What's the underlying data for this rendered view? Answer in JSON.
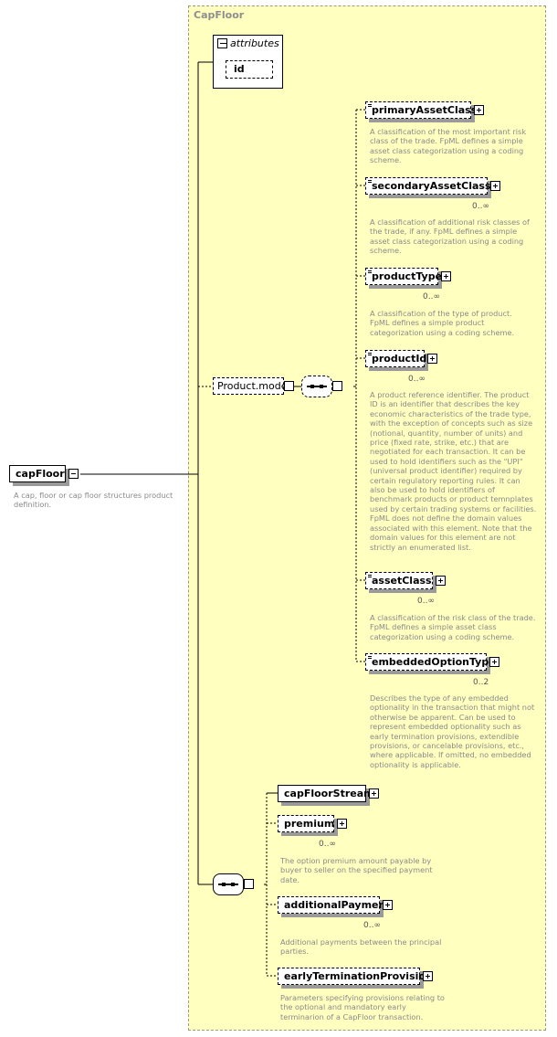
{
  "root": {
    "name": "capFloor",
    "doc": [
      "A cap, floor or cap floor structures product",
      "definition."
    ]
  },
  "group": {
    "title": "CapFloor"
  },
  "attributes": {
    "label": "attributes",
    "items": [
      "id"
    ]
  },
  "model_group": {
    "name": "Product.model"
  },
  "product_model_elements": [
    {
      "name": "primaryAssetClass",
      "cardinality": "",
      "optional": true,
      "doc": [
        "A classification of the most important risk",
        "class of the trade. FpML defines a simple",
        "asset class categorization using a coding",
        "scheme."
      ]
    },
    {
      "name": "secondaryAssetClass",
      "cardinality": "0..∞",
      "optional": true,
      "doc": [
        "A classification of additional risk classes of",
        "the trade, if any. FpML defines a simple",
        "asset class categorization using a coding",
        "scheme."
      ]
    },
    {
      "name": "productType",
      "cardinality": "0..∞",
      "optional": true,
      "doc": [
        "A classification of the type of product.",
        "FpML defines a simple product",
        "categorization using a coding scheme."
      ]
    },
    {
      "name": "productId",
      "cardinality": "0..∞",
      "optional": true,
      "doc": [
        "A product reference identifier. The product",
        "ID is an identifier that describes the key",
        "economic characteristics of the trade type,",
        "with the exception of concepts such as size",
        "(notional, quantity, number of units) and",
        "price (fixed rate, strike, etc.) that are",
        "negotiated for each transaction. It can be",
        "used to hold identifiers such as the \"UPI\"",
        "(universal product identifier) required by",
        "certain regulatory reporting rules. It can",
        "also be used to hold identifiers of",
        "benchmark products or product temnplates",
        "used by certain trading systems or facilities.",
        "FpML does not define the domain values",
        "associated with this element. Note that the",
        "domain values for this element are not",
        "strictly an enumerated list."
      ]
    },
    {
      "name": "assetClass",
      "cardinality": "0..∞",
      "optional": true,
      "doc": [
        "A classification of the risk class of the trade.",
        "FpML defines a simple asset class",
        "categorization using a coding scheme."
      ]
    },
    {
      "name": "embeddedOptionType",
      "cardinality": "0..2",
      "optional": true,
      "doc": [
        "Describes the type of any embedded",
        "optionality in the transaction that might not",
        "otherwise be apparent. Can be used to",
        "represent embedded optionality such as",
        "early termination provisions, extendible",
        "provisions, or cancelable provisions, etc.,",
        "where applicable. If omitted, no embedded",
        "optionality is applicable."
      ]
    }
  ],
  "sequence_elements": [
    {
      "name": "capFloorStream",
      "cardinality": "",
      "optional": false,
      "doc": []
    },
    {
      "name": "premium",
      "cardinality": "0..∞",
      "optional": true,
      "doc": [
        "The option premium amount payable by",
        "buyer to seller on the specified payment",
        "date."
      ]
    },
    {
      "name": "additionalPayment",
      "cardinality": "0..∞",
      "optional": true,
      "doc": [
        "Additional payments between the principal",
        "parties."
      ]
    },
    {
      "name": "earlyTerminationProvision",
      "cardinality": "",
      "optional": true,
      "doc": [
        "Parameters specifying provisions relating to",
        "the optional and mandatory early",
        "terminarion of a CapFloor transaction."
      ]
    }
  ]
}
